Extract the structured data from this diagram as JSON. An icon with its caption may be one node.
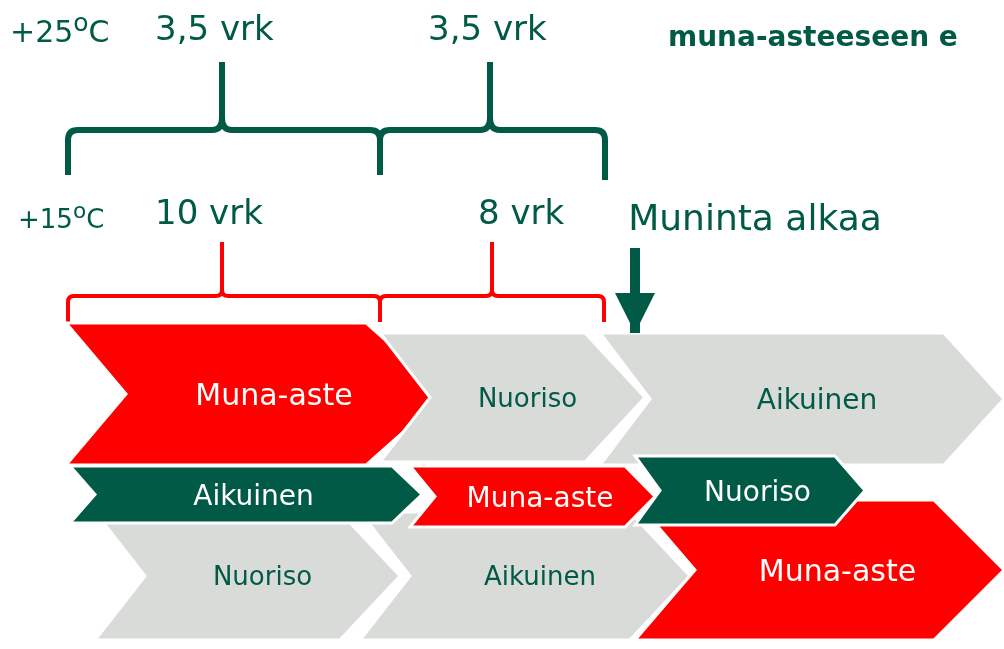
{
  "diagram": {
    "nodes": [
      {
        "text": [
          "Muna-aste"
        ]
      },
      {
        "text": [
          "Nuoriso"
        ]
      },
      {
        "text": [
          "Aikuinen"
        ]
      },
      {
        "text": [
          "Aikuinen"
        ]
      },
      {
        "text": [
          "Muna-aste"
        ]
      },
      {
        "text": [
          "Nuoriso"
        ]
      },
      {
        "text": [
          "Nuoriso"
        ]
      },
      {
        "text": [
          "Aikuinen"
        ]
      },
      {
        "text": [
          "Muna-aste"
        ]
      },
      {
        "text": [
          "Muninta alkaa"
        ]
      }
    ],
    "edges": [
      {
        "from": 9,
        "to": 2,
        "arrow": "to"
      }
    ],
    "labels": [
      "+25$^{o}$C",
      "3,5 vrk",
      "3,5 vrk",
      "muna-asteeseen e",
      "+15$^{o}$C",
      "10 vrk",
      "8 vrk"
    ]
  }
}
